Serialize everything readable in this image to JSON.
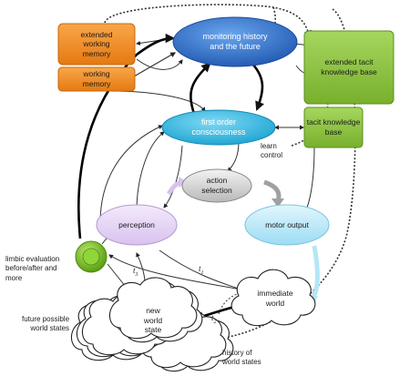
{
  "nodes": {
    "extended_working_memory": "extended\nworking\nmemory",
    "working_memory": "working\nmemory",
    "monitoring": "monitoring history\nand the future",
    "extended_tacit": "extended tacit\nknowledge base",
    "tacit": "tacit knowledge\nbase",
    "first_order": "first order\nconsciousness",
    "action_selection": "action\nselection",
    "perception": "perception",
    "motor_output": "motor output",
    "immediate_world": "immediate\nworld",
    "new_world_state": "new\nworld\nstate"
  },
  "labels": {
    "learn_control": "learn\ncontrol",
    "limbic": "limbic evaluation\nbefore/after and\nmore",
    "future_states": "future possible\nworld states",
    "history_states": "history of\nworld states"
  },
  "time_labels": {
    "t1": {
      "base": "t",
      "sub": "1"
    },
    "t2": {
      "base": "t",
      "sub": "2"
    },
    "t3": {
      "base": "t",
      "sub": "3"
    }
  },
  "colors": {
    "orange": "#f28a1e",
    "blue_oval": "#2f6fce",
    "cyan_oval": "#29b6e0",
    "green_box": "#8cc63f",
    "grey_oval": "#cfcfcf",
    "purple_oval": "#e4d2f4",
    "light_cyan_oval": "#b4e6f8",
    "limbic_green": "#7cc420"
  }
}
